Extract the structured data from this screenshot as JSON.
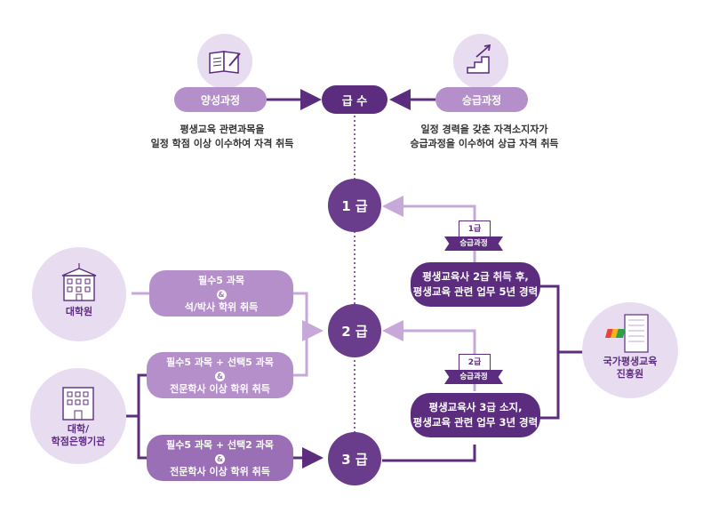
{
  "top": {
    "center_label": "급 수",
    "left_label": "양성과정",
    "left_desc_line1": "평생교육 관련과목을",
    "left_desc_line2": "일정 학점 이상 이수하여 자격 취득",
    "right_label": "승급과정",
    "right_desc_line1": "일정 경력을 갖춘 자격소지자가",
    "right_desc_line2": "승급과정을 이수하여 상급 자격 취득",
    "left_icon": "book-pen-icon",
    "right_icon": "stairs-arrow-icon"
  },
  "grades": {
    "g1": "1 급",
    "g2": "2 급",
    "g3": "3 급"
  },
  "institutions": {
    "graduate_school": "대학원",
    "univ_line1": "대학/",
    "univ_line2": "학점은행기관",
    "nile_line1": "국가평생교육",
    "nile_line2": "진흥원"
  },
  "requirements": {
    "grad_line1": "필수5 과목",
    "grad_line2": "석/박사 학위 취득",
    "univ2_line1": "필수5 과목 + 선택5 과목",
    "univ2_line2": "전문학사 이상 학위 취득",
    "univ3_line1": "필수5 과목 + 선택2 과목",
    "univ3_line2": "전문학사 이상 학위 취득",
    "amp": "&"
  },
  "promotion": {
    "tag1_top": "1급",
    "tag1_ribbon": "승급과정",
    "cond1_line1": "평생교육사 2급 취득 후,",
    "cond1_line2": "평생교육 관련 업무 5년 경력",
    "tag2_top": "2급",
    "tag2_ribbon": "승급과정",
    "cond2_line1": "평생교육사 3급 소지,",
    "cond2_line2": "평생교육 관련 업무 3년 경력"
  },
  "colors": {
    "dark_purple": "#5c2d7e",
    "mid_purple": "#6a3c8c",
    "light_purple": "#b48fc9",
    "pale_purple": "#e8ddf0"
  }
}
